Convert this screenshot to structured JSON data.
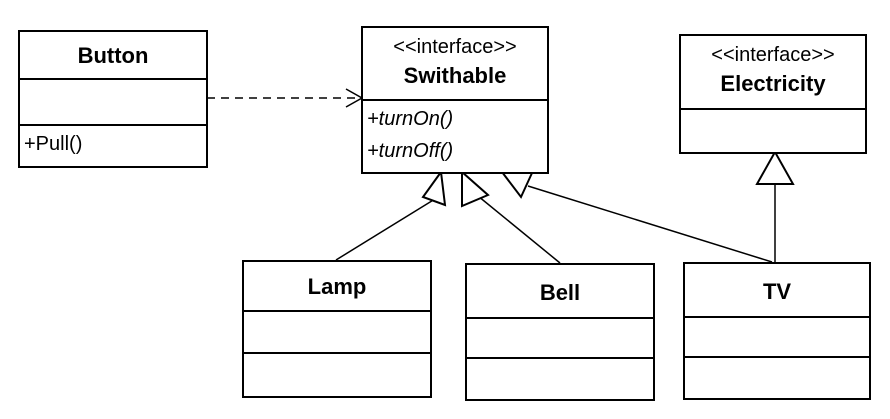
{
  "classes": {
    "button": {
      "name": "Button",
      "methods": [
        "+Pull()"
      ]
    },
    "switchable": {
      "stereotype": "<<interface>>",
      "name": "Swithable",
      "methods": [
        "+turnOn()",
        "+turnOff()"
      ]
    },
    "electricity": {
      "stereotype": "<<interface>>",
      "name": "Electricity"
    },
    "lamp": {
      "name": "Lamp"
    },
    "bell": {
      "name": "Bell"
    },
    "tv": {
      "name": "TV"
    }
  },
  "relations": [
    {
      "from": "Button",
      "to": "Swithable",
      "type": "dependency"
    },
    {
      "from": "Lamp",
      "to": "Swithable",
      "type": "realization"
    },
    {
      "from": "Bell",
      "to": "Swithable",
      "type": "realization"
    },
    {
      "from": "TV",
      "to": "Swithable",
      "type": "realization"
    },
    {
      "from": "TV",
      "to": "Electricity",
      "type": "realization"
    }
  ]
}
